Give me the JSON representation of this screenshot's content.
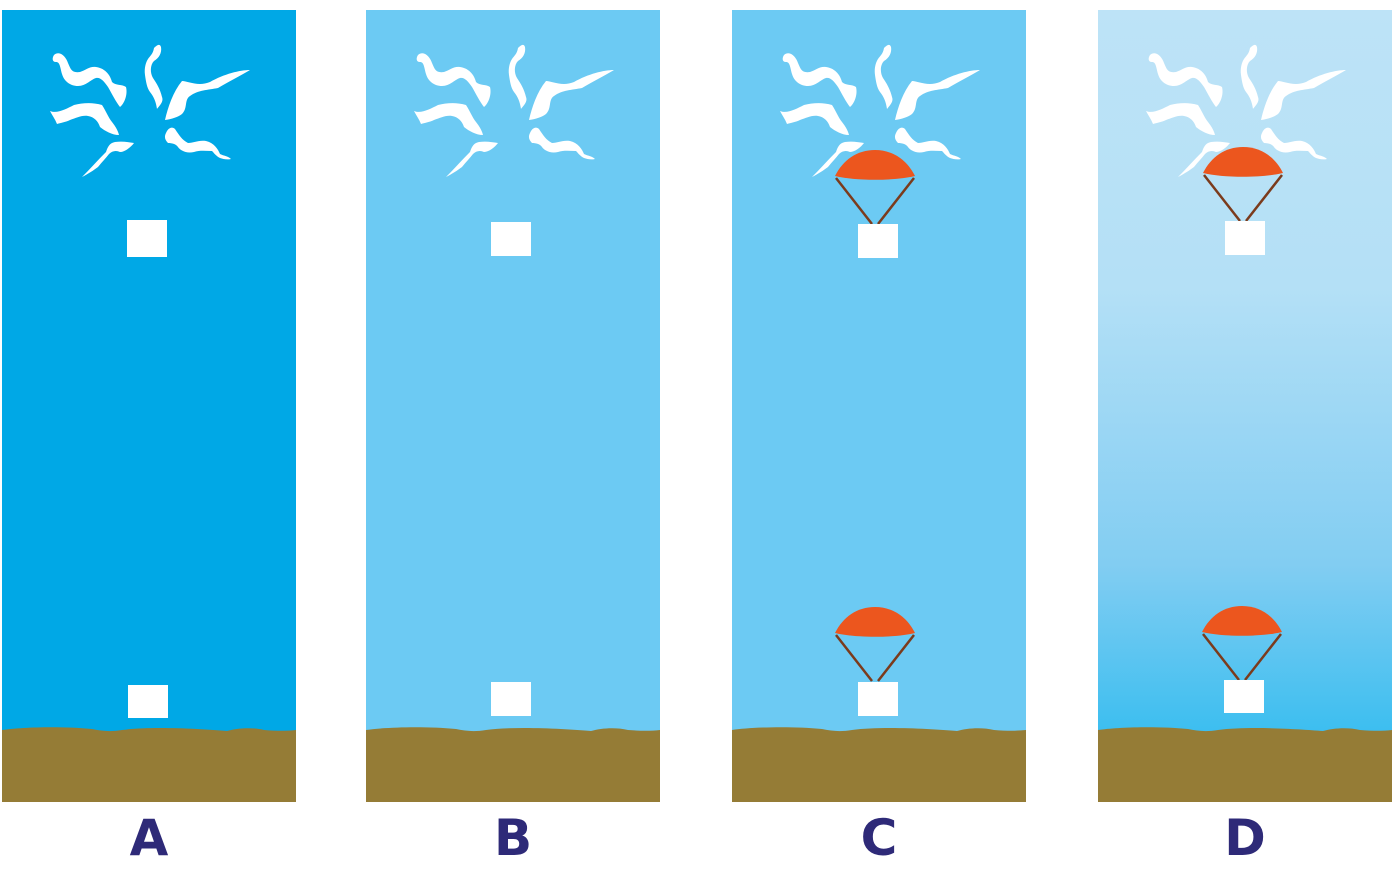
{
  "labels": [
    "A",
    "B",
    "C",
    "D"
  ],
  "colors": {
    "sky_a": "#00a8e6",
    "sky_b": "#6ccaf3",
    "sky_c": "#6ccaf3",
    "sky_d_top": "#bde3f7",
    "sky_d_bottom": "#1fb8ef",
    "ground": "#957c36",
    "box": "#ffffff",
    "birds": "#ffffff",
    "parachute_canopy": "#ec561e",
    "parachute_rope": "#7b3b1c",
    "label": "#2e2a78"
  },
  "panels": [
    {
      "id": "A",
      "sky": "solid-deep-blue",
      "box_count": 2,
      "parachutes": 0
    },
    {
      "id": "B",
      "sky": "solid-light-blue",
      "box_count": 2,
      "parachutes": 0
    },
    {
      "id": "C",
      "sky": "solid-light-blue",
      "box_count": 2,
      "parachutes": 2
    },
    {
      "id": "D",
      "sky": "gradient-pale-to-deep-blue",
      "box_count": 2,
      "parachutes": 2
    }
  ]
}
